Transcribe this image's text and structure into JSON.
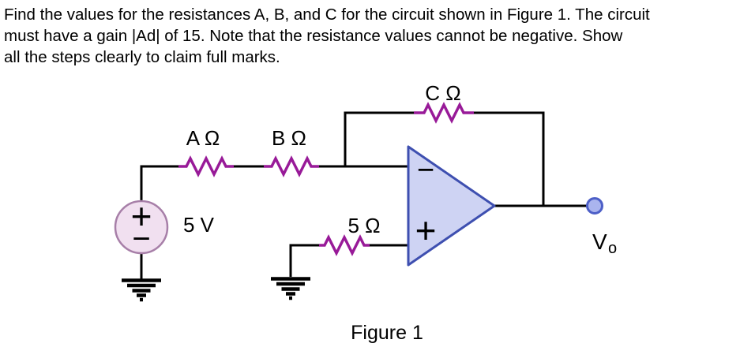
{
  "question": {
    "lines": [
      "Find the values for the resistances A, B, and C for the circuit shown in Figure 1. The circuit",
      "must have a gain |Ad| of 15. Note that the resistance values cannot be negative. Show",
      "all the steps clearly to claim full marks."
    ]
  },
  "figure": {
    "caption": "Figure 1",
    "source": {
      "label": "5 V",
      "plus_symbol": "+",
      "minus_symbol": "−"
    },
    "resistors": {
      "a_label": "A Ω",
      "b_label": "B Ω",
      "c_label": "C Ω",
      "noninverting_label": "5 Ω"
    },
    "opamp": {
      "inverting_symbol": "−",
      "noninverting_symbol": "+"
    },
    "output": {
      "label_main": "V",
      "label_sub": "o"
    }
  },
  "colors": {
    "wire": "#000000",
    "resistor": "#981a98",
    "opamp_fill": "#ced3f3",
    "opamp_stroke": "#3e4fb0",
    "source_fill": "#f1e0f0",
    "source_stroke": "#a77fa8",
    "terminal_fill": "#aab4ee",
    "terminal_stroke": "#4d5fc7",
    "text": "#000000"
  }
}
